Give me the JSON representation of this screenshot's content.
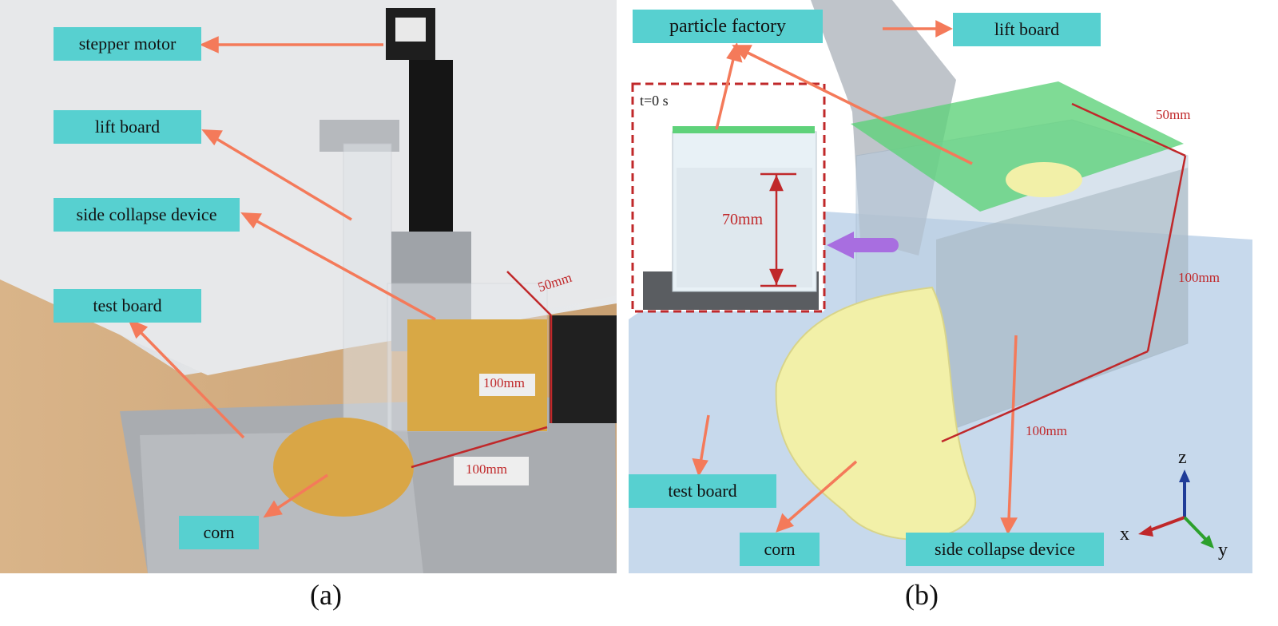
{
  "panel_a": {
    "caption": "(a)",
    "labels": {
      "stepper_motor": "stepper motor",
      "lift_board": "lift board",
      "side_collapse_device": "side collapse device",
      "test_board": "test board",
      "corn": "corn"
    },
    "dimensions": {
      "width": "50mm",
      "height": "100mm",
      "length": "100mm"
    }
  },
  "panel_b": {
    "caption": "(b)",
    "labels": {
      "particle_factory": "particle factory",
      "lift_board": "lift board",
      "test_board": "test board",
      "corn": "corn",
      "side_collapse_device": "side collapse device"
    },
    "inset": {
      "time": "t=0 s",
      "fill_height": "70mm"
    },
    "dimensions": {
      "width": "50mm",
      "height": "100mm",
      "length": "100mm"
    },
    "axes": {
      "z": "z",
      "x": "x",
      "y": "y"
    }
  },
  "colors": {
    "label_bg": "#57d0d0",
    "arrow": "#f47a5a",
    "dimension": "#c0282a",
    "particles": "#f2f0a8",
    "flat_green": "#5fd27a",
    "purple_arrow": "#a86ee0"
  }
}
